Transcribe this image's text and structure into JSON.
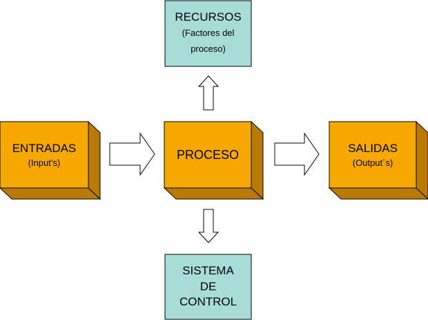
{
  "colors": {
    "orange_front": "#F7A800",
    "orange_side": "#B87A00",
    "orange_top": "#FFCC55",
    "teal": "#A8DCD6",
    "arrow_fill": "#FFFFFF",
    "stroke": "#000000"
  },
  "boxes": {
    "entradas": {
      "title": "ENTRADAS",
      "subtitle": "(Input’s)"
    },
    "proceso": {
      "title": "PROCESO"
    },
    "salidas": {
      "title": "SALIDAS",
      "subtitle": "(Output´s)"
    },
    "recursos": {
      "title": "RECURSOS",
      "subtitle_line1": "(Factores del",
      "subtitle_line2": "proceso)"
    },
    "control": {
      "line1": "SISTEMA",
      "line2": "DE",
      "line3": "CONTROL"
    }
  }
}
